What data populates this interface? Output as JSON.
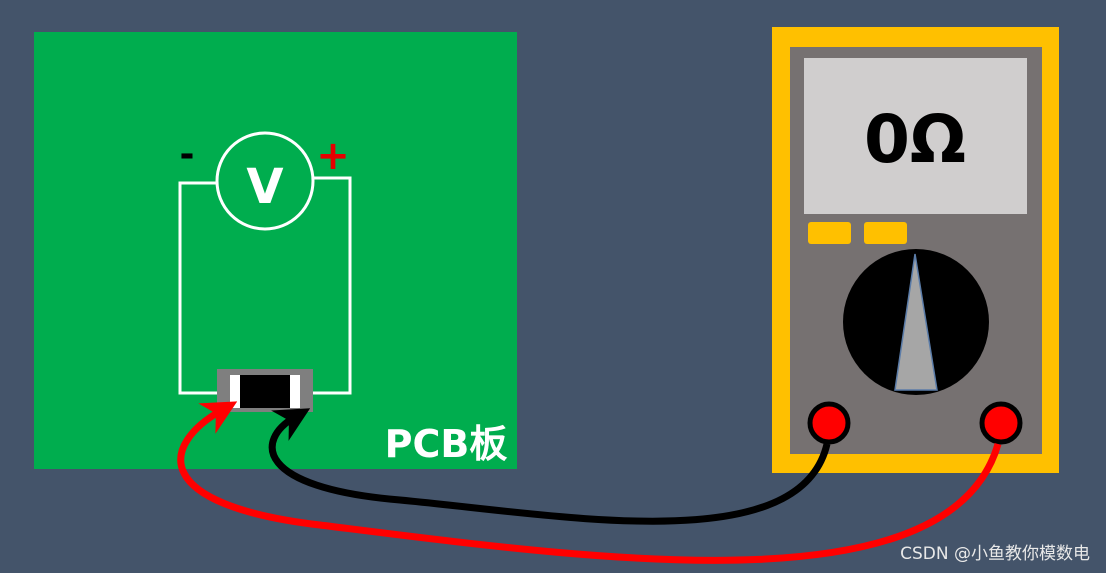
{
  "pcb": {
    "label": "PCB板",
    "board_color": "#00ad4e"
  },
  "voltmeter": {
    "symbol": "V",
    "minus_sign": "-",
    "plus_sign": "+"
  },
  "multimeter": {
    "display_value": "0Ω",
    "frame_color": "#ffc000",
    "body_color": "#767171",
    "display_color": "#d0cece"
  },
  "probes": {
    "red_lead_color": "#ff0000",
    "black_lead_color": "#000000"
  },
  "watermark": "CSDN @小鱼教你模数电"
}
